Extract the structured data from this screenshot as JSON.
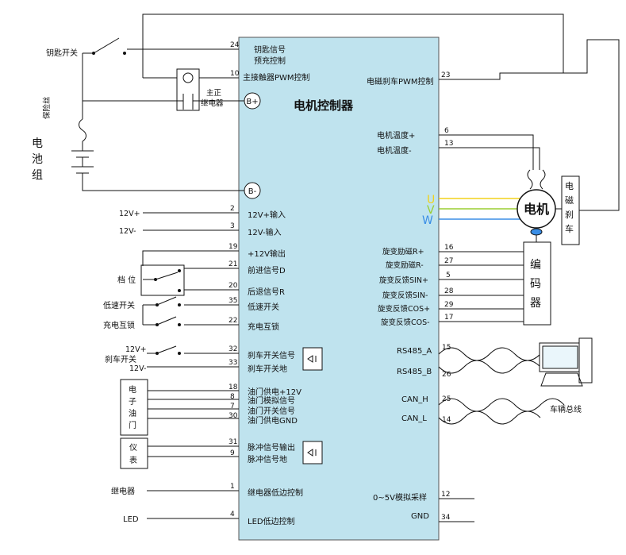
{
  "controller": {
    "title": "电机控制器",
    "b_plus": "B+",
    "b_minus": "B-",
    "right_top": {
      "label": "电磁刹车PWM控制",
      "pin": "23"
    },
    "left_pins": [
      {
        "pin": "24",
        "label": "钥匙信号"
      },
      {
        "pin": "",
        "label": "预充控制"
      },
      {
        "pin": "10",
        "label": "主接触器PWM控制"
      },
      {
        "pin": "2",
        "label": "12V+输入"
      },
      {
        "pin": "3",
        "label": "12V-输入"
      },
      {
        "pin": "19",
        "label": "+12V输出"
      },
      {
        "pin": "21",
        "label": "前进信号D"
      },
      {
        "pin": "20",
        "label": "后退信号R"
      },
      {
        "pin": "35",
        "label": "低速开关"
      },
      {
        "pin": "22",
        "label": "充电互锁"
      },
      {
        "pin": "32",
        "label": "刹车开关信号"
      },
      {
        "pin": "33",
        "label": "刹车开关地"
      },
      {
        "pin": "18",
        "label": "油门供电+12V"
      },
      {
        "pin": "8",
        "label": "油门模拟信号"
      },
      {
        "pin": "7",
        "label": "油门开关信号"
      },
      {
        "pin": "30",
        "label": "油门供电GND"
      },
      {
        "pin": "31",
        "label": "脉冲信号输出"
      },
      {
        "pin": "9",
        "label": "脉冲信号地"
      },
      {
        "pin": "1",
        "label": "继电器低边控制"
      },
      {
        "pin": "4",
        "label": "LED低边控制"
      }
    ],
    "right_pins": [
      {
        "pin": "6",
        "label": "电机温度+"
      },
      {
        "pin": "13",
        "label": "电机温度-"
      },
      {
        "pin": "16",
        "label": "旋变励磁R+"
      },
      {
        "pin": "27",
        "label": "旋变励磁R-"
      },
      {
        "pin": "5",
        "label": "旋变反馈SIN+"
      },
      {
        "pin": "28",
        "label": "旋变反馈SIN-"
      },
      {
        "pin": "29",
        "label": "旋变反馈COS+"
      },
      {
        "pin": "17",
        "label": "旋变反馈COS-"
      },
      {
        "pin": "15",
        "label": "RS485_A"
      },
      {
        "pin": "26",
        "label": "RS485_B"
      },
      {
        "pin": "25",
        "label": "CAN_H"
      },
      {
        "pin": "14",
        "label": "CAN_L"
      },
      {
        "pin": "12",
        "label": "0~5V模拟采样"
      },
      {
        "pin": "34",
        "label": "GND"
      }
    ],
    "phases": [
      {
        "label": "U",
        "color": "#f2d21b"
      },
      {
        "label": "V",
        "color": "#9acd32"
      },
      {
        "label": "W",
        "color": "#3a8ee6"
      }
    ]
  },
  "external": {
    "key_switch": "钥匙开关",
    "fuse": "保险丝",
    "battery": [
      "电",
      "池",
      "组"
    ],
    "main_relay": [
      "主正",
      "继电器"
    ],
    "v12_plus": "12V+",
    "v12_minus": "12V-",
    "gear": "档 位",
    "low_speed": "低速开关",
    "charge_lock": "充电互锁",
    "brake_v12_plus": "12V+",
    "brake_switch": "刹车开关",
    "brake_v12_minus": "12V-",
    "throttle": [
      "电",
      "子",
      "油",
      "门"
    ],
    "meter": [
      "仪",
      "表"
    ],
    "relay": "继电器",
    "led": "LED",
    "motor": "电机",
    "brake": [
      "电",
      "磁",
      "刹",
      "车"
    ],
    "encoder": [
      "编",
      "码",
      "器"
    ],
    "vehicle_bus": "车辆总线"
  }
}
